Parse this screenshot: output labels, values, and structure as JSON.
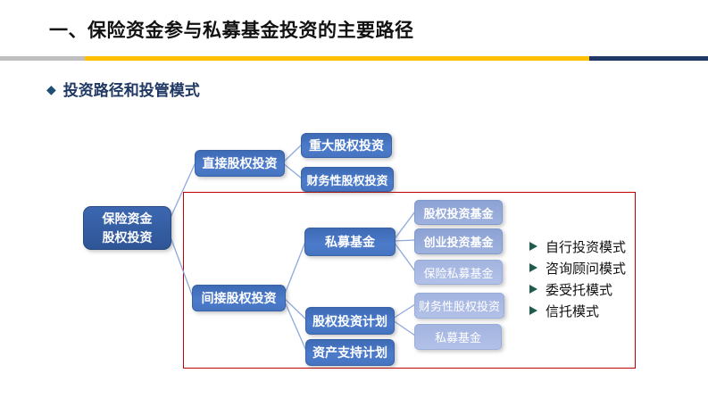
{
  "header": {
    "title": "一、保险资金参与私募基金投资的主要路径",
    "bullet_glyph": "◆",
    "section_title": "投资路径和投管模式"
  },
  "flowchart": {
    "root_line1": "保险资金",
    "root_line2": "股权投资",
    "direct": "直接股权投资",
    "major_equity": "重大股权投资",
    "financial_equity_top": "财务性股权投资",
    "indirect": "间接股权投资",
    "private_fund": "私募基金",
    "equity_invest_fund": "股权投资基金",
    "venture_invest_fund": "创业投资基金",
    "insurance_private_fund": "保险私募基金",
    "equity_invest_plan": "股权投资计划",
    "financial_equity_sub": "财务性股权投资",
    "private_fund_sub": "私募基金",
    "asset_support_plan": "资产支持计划"
  },
  "modes": {
    "bullet_icon": "arrow-right",
    "items": [
      "自行投资模式",
      "咨询顾问模式",
      "委受托模式",
      "信托模式"
    ]
  },
  "colors": {
    "divider_gray": "#BFBFBF",
    "divider_gold": "#FFC000",
    "divider_navy": "#1F3864",
    "section_navy": "#1F3864",
    "node_dark_blue": "#2E5596",
    "node_mid_blue": "#4472C4",
    "node_light_blue": "#8FAADC",
    "node_lighter_blue": "#A9BCE4",
    "connector_blue": "#8EA9DB",
    "highlight_red": "#C00000",
    "mode_arrow_green": "#1E5C4B"
  }
}
